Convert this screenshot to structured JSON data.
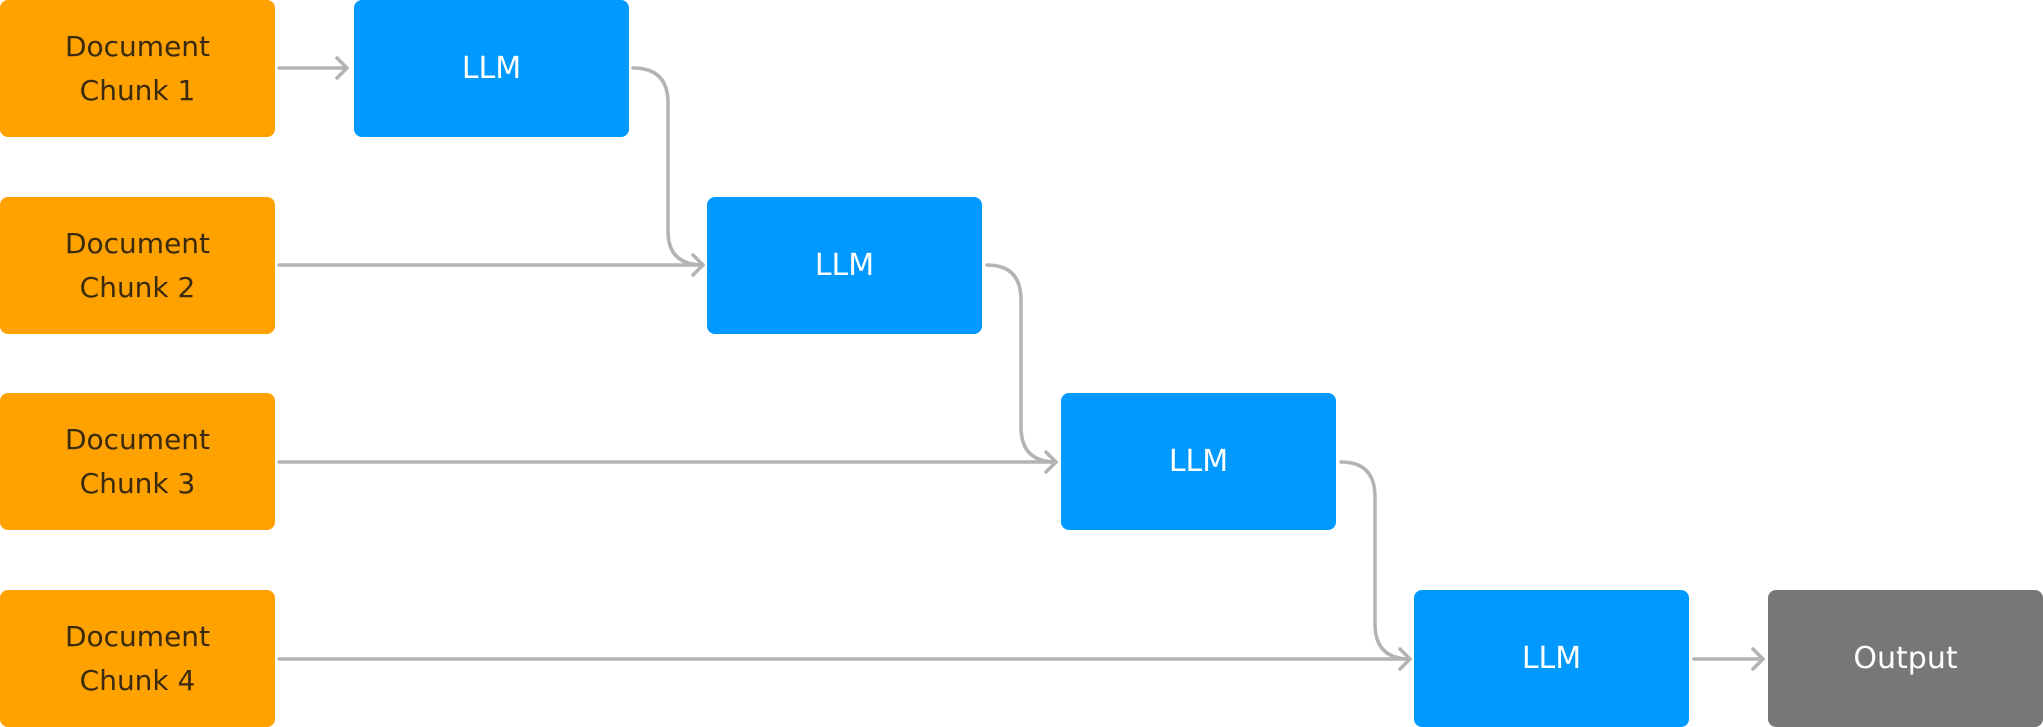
{
  "diagram": {
    "documents": [
      {
        "line1": "Document",
        "line2": "Chunk 1"
      },
      {
        "line1": "Document",
        "line2": "Chunk 2"
      },
      {
        "line1": "Document",
        "line2": "Chunk 3"
      },
      {
        "line1": "Document",
        "line2": "Chunk 4"
      }
    ],
    "llm_nodes": [
      {
        "label": "LLM"
      },
      {
        "label": "LLM"
      },
      {
        "label": "LLM"
      },
      {
        "label": "LLM"
      }
    ],
    "output": {
      "label": "Output"
    },
    "colors": {
      "document": "#FFA200",
      "llm": "#0099FF",
      "output": "#777777",
      "connector": "#B3B3B3"
    }
  }
}
